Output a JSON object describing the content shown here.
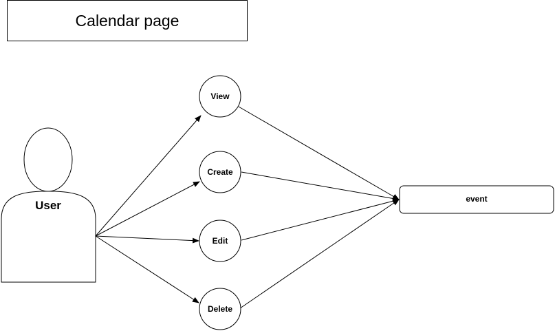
{
  "title": "Calendar page",
  "actor": {
    "label": "User"
  },
  "actions": [
    {
      "id": "view",
      "label": "View"
    },
    {
      "id": "create",
      "label": "Create"
    },
    {
      "id": "edit",
      "label": "Edit"
    },
    {
      "id": "delete",
      "label": "Delete"
    }
  ],
  "target": {
    "label": "event"
  },
  "colors": {
    "stroke": "#000000",
    "fill": "#ffffff"
  }
}
